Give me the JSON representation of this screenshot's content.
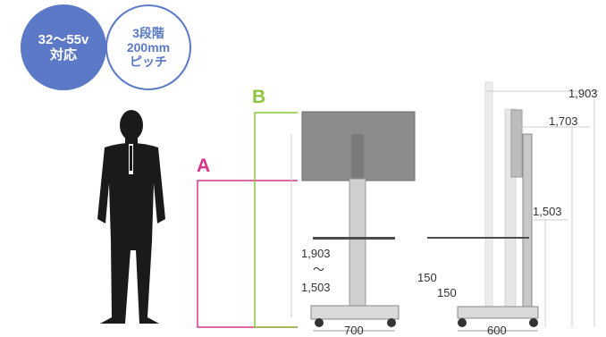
{
  "badges": {
    "size": {
      "line1": "32〜55v",
      "line2": "対応"
    },
    "pitch": {
      "line1": "3段階",
      "line2": "200mm",
      "line3": "ピッチ"
    }
  },
  "labels": {
    "a": "A",
    "b": "B",
    "range_top": "1,903",
    "range_sep": "〜",
    "range_bottom": "1,503",
    "width_front": "700",
    "height_max": "1,903",
    "height_mid": "1,703",
    "height_min": "1,503",
    "shelf_step_1": "150",
    "shelf_step_2": "150",
    "depth": "600"
  },
  "colors": {
    "badge_blue": "#5b79c6",
    "label_a": "#d6338a",
    "label_b": "#8cc63f",
    "stand_gray": "#bfbfbf",
    "screen_gray": "#8c8c8c",
    "person": "#1a1a1a"
  }
}
